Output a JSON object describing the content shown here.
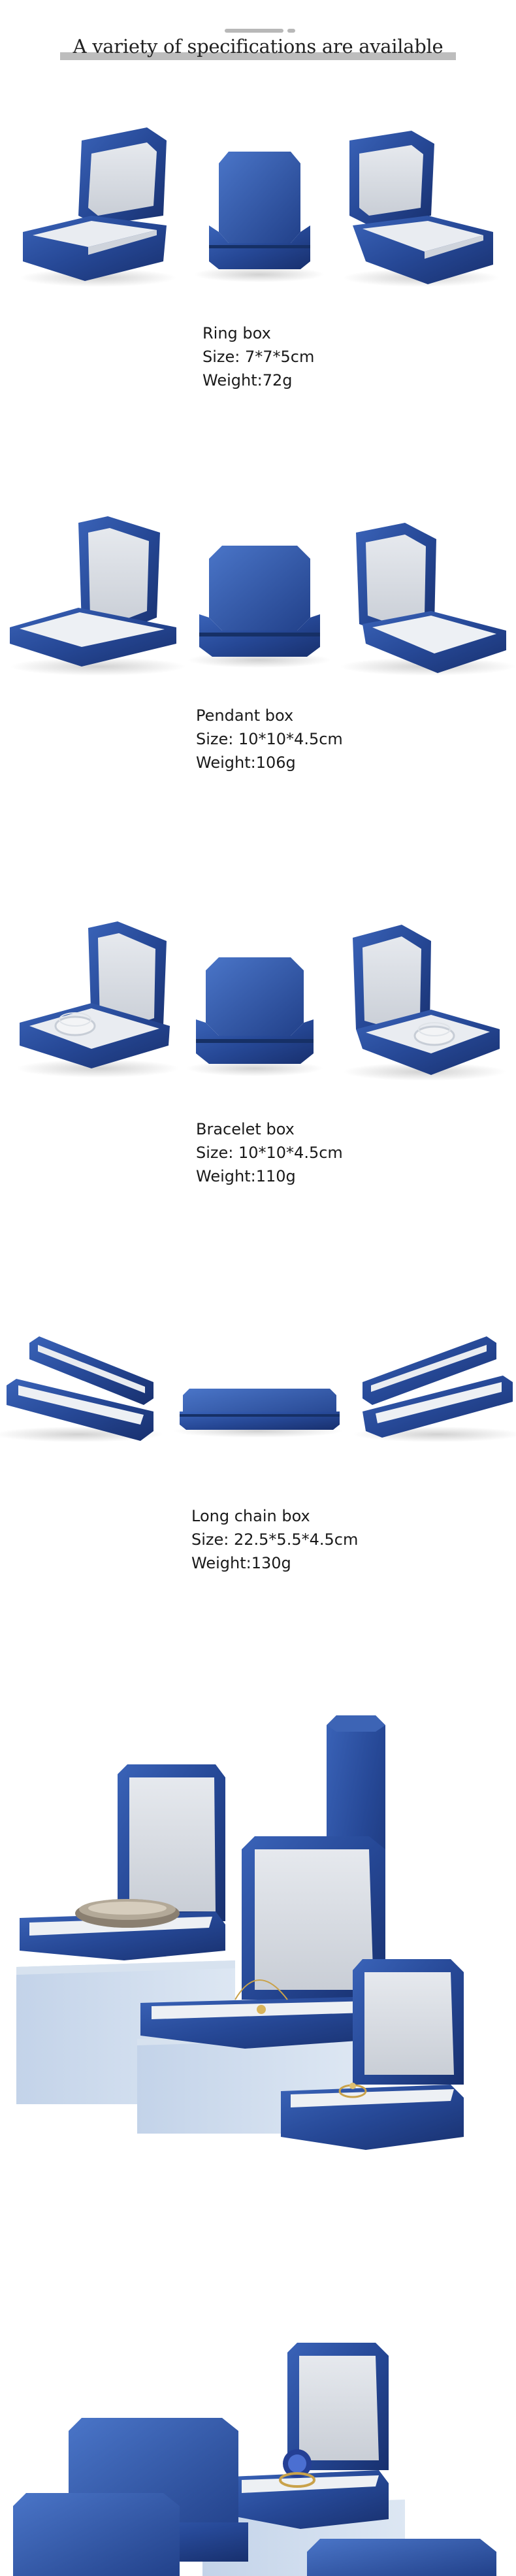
{
  "header": {
    "title": "A variety of specifications are available"
  },
  "products": [
    {
      "name": "Ring box",
      "size": "Size: 7*7*5cm",
      "weight": "Weight:72g"
    },
    {
      "name": "Pendant box",
      "size": "Size: 10*10*4.5cm",
      "weight": "Weight:106g"
    },
    {
      "name": "Bracelet box",
      "size": "Size: 10*10*4.5cm",
      "weight": "Weight:110g"
    },
    {
      "name": "Long chain box",
      "size": "Size: 22.5*5.5*4.5cm",
      "weight": "Weight:130g"
    }
  ],
  "colors": {
    "box_blue": "#27489a",
    "box_dark": "#1a3373",
    "lining": "#d9dde3",
    "pedestal": "#c9d8eb"
  }
}
